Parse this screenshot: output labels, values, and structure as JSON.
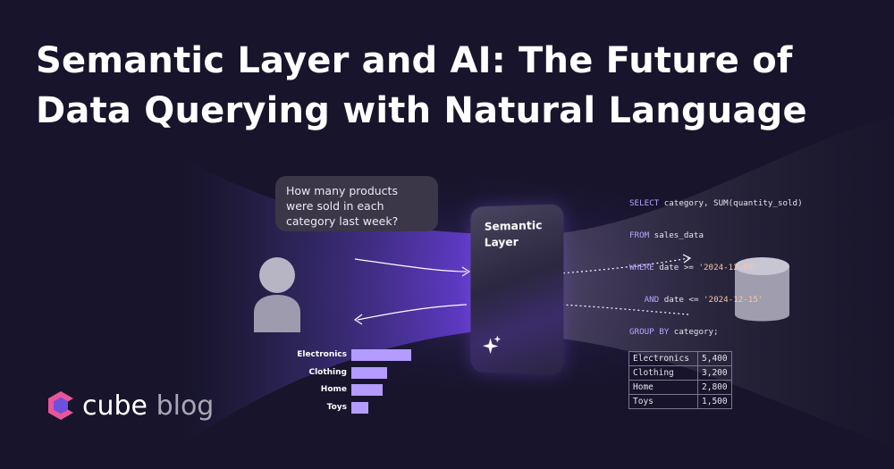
{
  "title": "Semantic Layer and AI: The Future of Data Querying with Natural Language",
  "question": "How many products were sold in each category last week?",
  "semantic_layer": {
    "title": "Semantic Layer",
    "icon": "sparkles-icon"
  },
  "sql": {
    "lines": [
      "SELECT category, SUM(quantity_sold)",
      "FROM sales_data",
      "WHERE date >= '2024-12-09'",
      "   AND date <= '2024-12-15'",
      "GROUP BY category;"
    ]
  },
  "result_table": {
    "rows": [
      [
        "Electronics",
        "5,400"
      ],
      [
        "Clothing",
        "3,200"
      ],
      [
        "Home",
        "2,800"
      ],
      [
        "Toys",
        "1,500"
      ]
    ]
  },
  "chart_data": {
    "type": "bar",
    "orientation": "horizontal",
    "categories": [
      "Electronics",
      "Clothing",
      "Home",
      "Toys"
    ],
    "values": [
      5400,
      3200,
      2800,
      1500
    ],
    "xlim": [
      0,
      5400
    ]
  },
  "brand": {
    "name": "cube",
    "suffix": "blog"
  },
  "colors": {
    "background": "#17142b",
    "accent": "#b39bff",
    "logo_pink": "#e8559a",
    "logo_purple": "#7b5cff"
  }
}
